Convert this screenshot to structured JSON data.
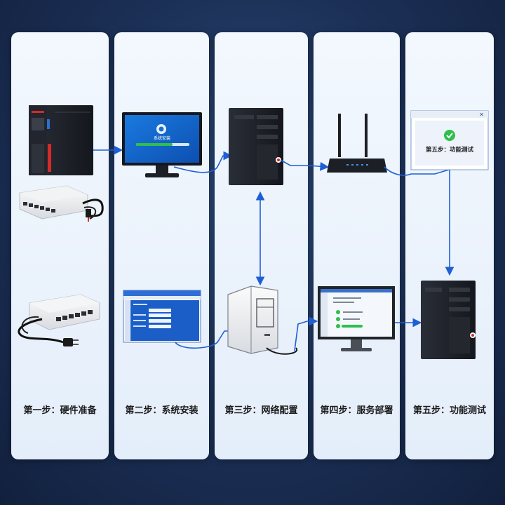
{
  "steps": [
    {
      "label": "第一步：硬件准备"
    },
    {
      "label": "第二步：系统安装"
    },
    {
      "label": "第三步：网络配置"
    },
    {
      "label": "第四步：服务部署"
    },
    {
      "label": "第五步：功能测试"
    }
  ],
  "monitor_text": "系统安装",
  "test_window_text": "第五步：功能测试",
  "colors": {
    "arrow": "#1f5fd6",
    "screen_blue": "#1e6fd0",
    "progress_green": "#2fbf4c",
    "tower": "#1c1f26",
    "accent_red": "#d42a2a"
  }
}
